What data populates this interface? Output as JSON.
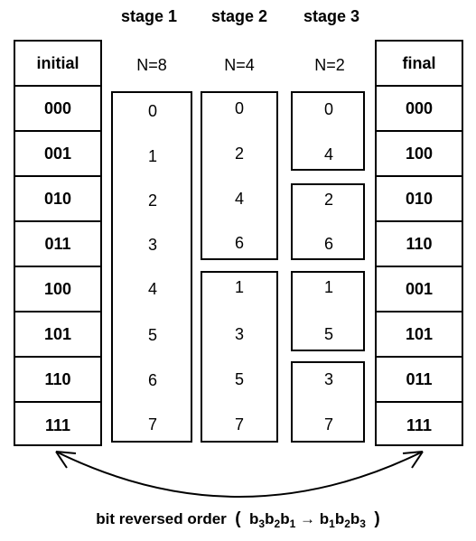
{
  "stage_headers": [
    "stage 1",
    "stage 2",
    "stage 3"
  ],
  "n_labels": [
    "N=8",
    "N=4",
    "N=2"
  ],
  "initial": {
    "header": "initial",
    "values": [
      "000",
      "001",
      "010",
      "011",
      "100",
      "101",
      "110",
      "111"
    ]
  },
  "final": {
    "header": "final",
    "values": [
      "000",
      "100",
      "010",
      "110",
      "001",
      "101",
      "011",
      "111"
    ]
  },
  "stage1": {
    "groups": [
      [
        "0",
        "1",
        "2",
        "3",
        "4",
        "5",
        "6",
        "7"
      ]
    ]
  },
  "stage2": {
    "groups": [
      [
        "0",
        "2",
        "4",
        "6"
      ],
      [
        "1",
        "3",
        "5",
        "7"
      ]
    ]
  },
  "stage3": {
    "groups": [
      [
        "0",
        "4"
      ],
      [
        "2",
        "6"
      ],
      [
        "1",
        "5"
      ],
      [
        "3",
        "7"
      ]
    ]
  },
  "caption": {
    "prefix": "bit reversed order",
    "open": "(",
    "b": "b",
    "from_subs": [
      "3",
      "2",
      "1"
    ],
    "arrow": "→",
    "to_subs": [
      "1",
      "2",
      "3"
    ],
    "close": ")"
  }
}
